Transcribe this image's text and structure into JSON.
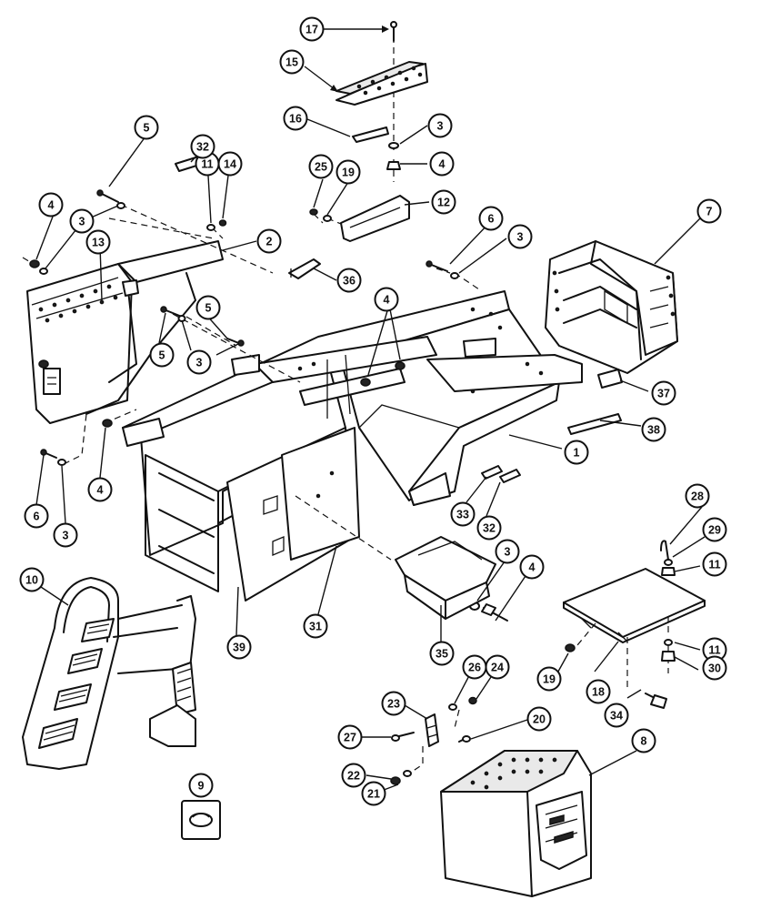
{
  "callouts": [
    {
      "id": "c1",
      "label": "1"
    },
    {
      "id": "c2",
      "label": "2"
    },
    {
      "id": "c3a",
      "label": "3"
    },
    {
      "id": "c3b",
      "label": "3"
    },
    {
      "id": "c3c",
      "label": "3"
    },
    {
      "id": "c3d",
      "label": "3"
    },
    {
      "id": "c3e",
      "label": "3"
    },
    {
      "id": "c3f",
      "label": "3"
    },
    {
      "id": "c4a",
      "label": "4"
    },
    {
      "id": "c4b",
      "label": "4"
    },
    {
      "id": "c4c",
      "label": "4"
    },
    {
      "id": "c4d",
      "label": "4"
    },
    {
      "id": "c4e",
      "label": "4"
    },
    {
      "id": "c5a",
      "label": "5"
    },
    {
      "id": "c5b",
      "label": "5"
    },
    {
      "id": "c5c",
      "label": "5"
    },
    {
      "id": "c6a",
      "label": "6"
    },
    {
      "id": "c6b",
      "label": "6"
    },
    {
      "id": "c7",
      "label": "7"
    },
    {
      "id": "c8",
      "label": "8"
    },
    {
      "id": "c9",
      "label": "9"
    },
    {
      "id": "c10",
      "label": "10"
    },
    {
      "id": "c11a",
      "label": "11"
    },
    {
      "id": "c11b",
      "label": "11"
    },
    {
      "id": "c11c",
      "label": "11"
    },
    {
      "id": "c12",
      "label": "12"
    },
    {
      "id": "c13",
      "label": "13"
    },
    {
      "id": "c14",
      "label": "14"
    },
    {
      "id": "c15",
      "label": "15"
    },
    {
      "id": "c16",
      "label": "16"
    },
    {
      "id": "c17",
      "label": "17"
    },
    {
      "id": "c18",
      "label": "18"
    },
    {
      "id": "c19a",
      "label": "19"
    },
    {
      "id": "c19b",
      "label": "19"
    },
    {
      "id": "c20",
      "label": "20"
    },
    {
      "id": "c21",
      "label": "21"
    },
    {
      "id": "c22",
      "label": "22"
    },
    {
      "id": "c23",
      "label": "23"
    },
    {
      "id": "c24",
      "label": "24"
    },
    {
      "id": "c25",
      "label": "25"
    },
    {
      "id": "c26",
      "label": "26"
    },
    {
      "id": "c27",
      "label": "27"
    },
    {
      "id": "c28",
      "label": "28"
    },
    {
      "id": "c29",
      "label": "29"
    },
    {
      "id": "c30",
      "label": "30"
    },
    {
      "id": "c31",
      "label": "31"
    },
    {
      "id": "c32a",
      "label": "32"
    },
    {
      "id": "c32b",
      "label": "32"
    },
    {
      "id": "c33",
      "label": "33"
    },
    {
      "id": "c34",
      "label": "34"
    },
    {
      "id": "c35",
      "label": "35"
    },
    {
      "id": "c36",
      "label": "36"
    },
    {
      "id": "c37",
      "label": "37"
    },
    {
      "id": "c38",
      "label": "38"
    },
    {
      "id": "c39",
      "label": "39"
    }
  ]
}
